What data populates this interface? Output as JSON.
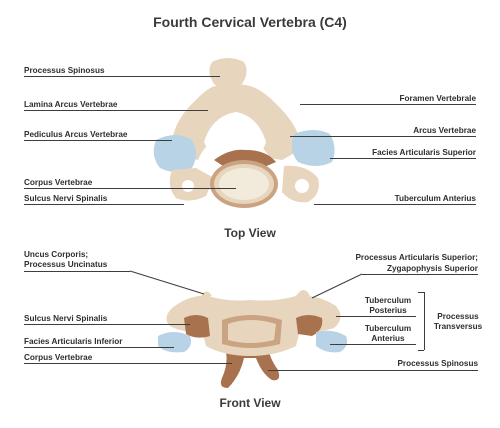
{
  "title": "Fourth Cervical Vertebra (C4)",
  "top_view": {
    "caption": "Top View",
    "labels_left": [
      "Processus Spinosus",
      "Lamina Arcus Vertebrae",
      "Pediculus Arcus Vertebrae",
      "Corpus Vertebrae",
      "Sulcus Nervi Spinalis"
    ],
    "labels_right": [
      "Foramen Vertebrale",
      "Arcus Vertebrae",
      "Facies Articularis Superior",
      "Tuberculum Anterius"
    ]
  },
  "front_view": {
    "caption": "Front View",
    "uncus_line1": "Uncus Corporis;",
    "uncus_line2": "Processus Uncinatus",
    "labels_left": [
      "Sulcus Nervi Spinalis",
      "Facies Articularis Inferior",
      "Corpus Vertebrae"
    ],
    "proc_sup_line1": "Processus Articularis Superior;",
    "proc_sup_line2": "Zygapophysis Superior",
    "tub_post_line1": "Tuberculum",
    "tub_post_line2": "Posterius",
    "tub_ant_line1": "Tuberculum",
    "tub_ant_line2": "Anterius",
    "proc_trans_line1": "Processus",
    "proc_trans_line2": "Transversus",
    "spinosus": "Processus Spinosus"
  },
  "side_id": "594711892",
  "colors": {
    "bone": "#e8d5bd",
    "bone_dark": "#c9a382",
    "bone_brown": "#a9724f",
    "cartilage": "#b9d3e6",
    "body_inner": "#f2ebdc"
  }
}
